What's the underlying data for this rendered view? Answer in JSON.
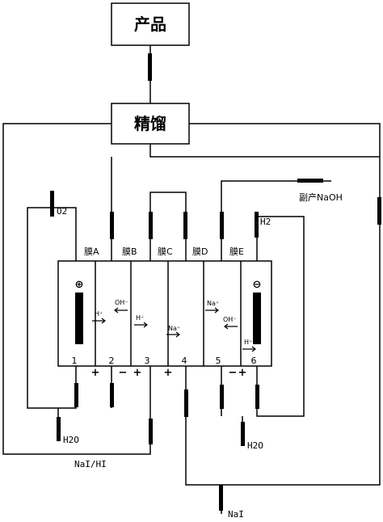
{
  "boxes": {
    "product": "产品",
    "distillation": "精馏"
  },
  "membranes": [
    "膜A",
    "膜B",
    "膜C",
    "膜D",
    "膜E"
  ],
  "compartments": [
    "1",
    "2",
    "3",
    "4",
    "5",
    "6"
  ],
  "electrodes": {
    "anode": "⊕",
    "cathode": "⊖"
  },
  "polarity": [
    "+",
    "−",
    "+",
    "+",
    "−",
    "+"
  ],
  "ions": {
    "h1": "H⁺",
    "oh1": "OH⁻",
    "h2": "H⁺",
    "na1": "Na⁺",
    "na2": "Na⁺",
    "oh2": "OH⁻",
    "h3": "H⁺"
  },
  "streams": {
    "o2": "O2",
    "h2": "H2",
    "byproduct": "副产NaOH",
    "water_left": "H2O",
    "water_right": "H2O",
    "nai_hi": "NaI/HI",
    "nai": "NaI"
  }
}
